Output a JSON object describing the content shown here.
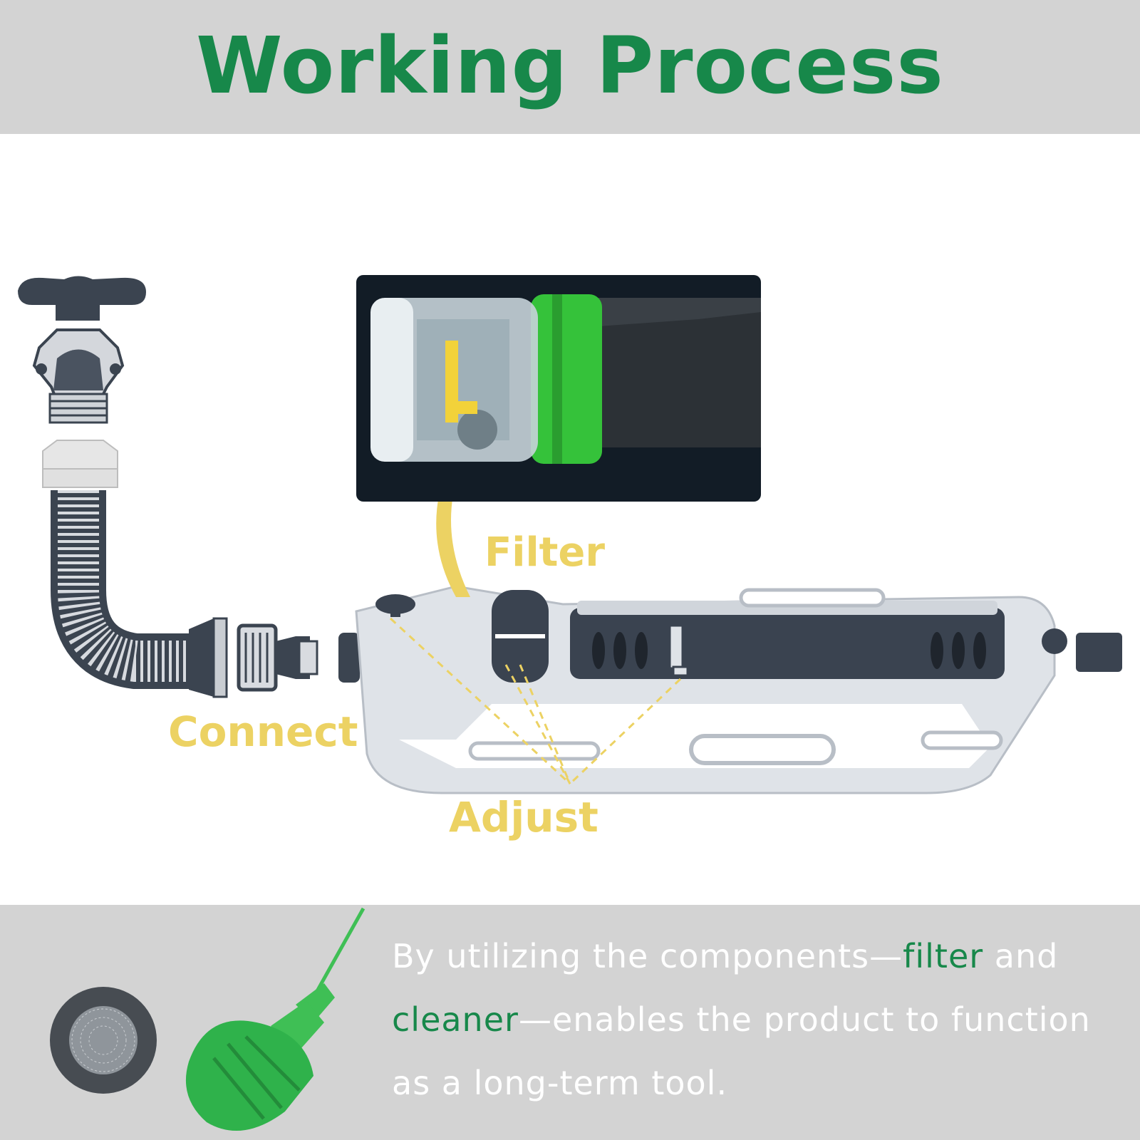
{
  "header": {
    "title": "Working Process"
  },
  "labels": {
    "filter": "Filter",
    "connect": "Connect",
    "adjust": "Adjust"
  },
  "footer": {
    "text_1": "By utilizing the components—",
    "highlight_1": "filter",
    "text_2": " and ",
    "highlight_2": "cleaner",
    "text_3": "—enables the product to function as a long-term tool."
  },
  "colors": {
    "title_green": "#17884a",
    "label_yellow": "#ecd263",
    "header_gray": "#d3d3d3",
    "sprinkler_body": "#dfe3e8",
    "dark_slate": "#3a4350",
    "accent_green": "#35c23a"
  }
}
